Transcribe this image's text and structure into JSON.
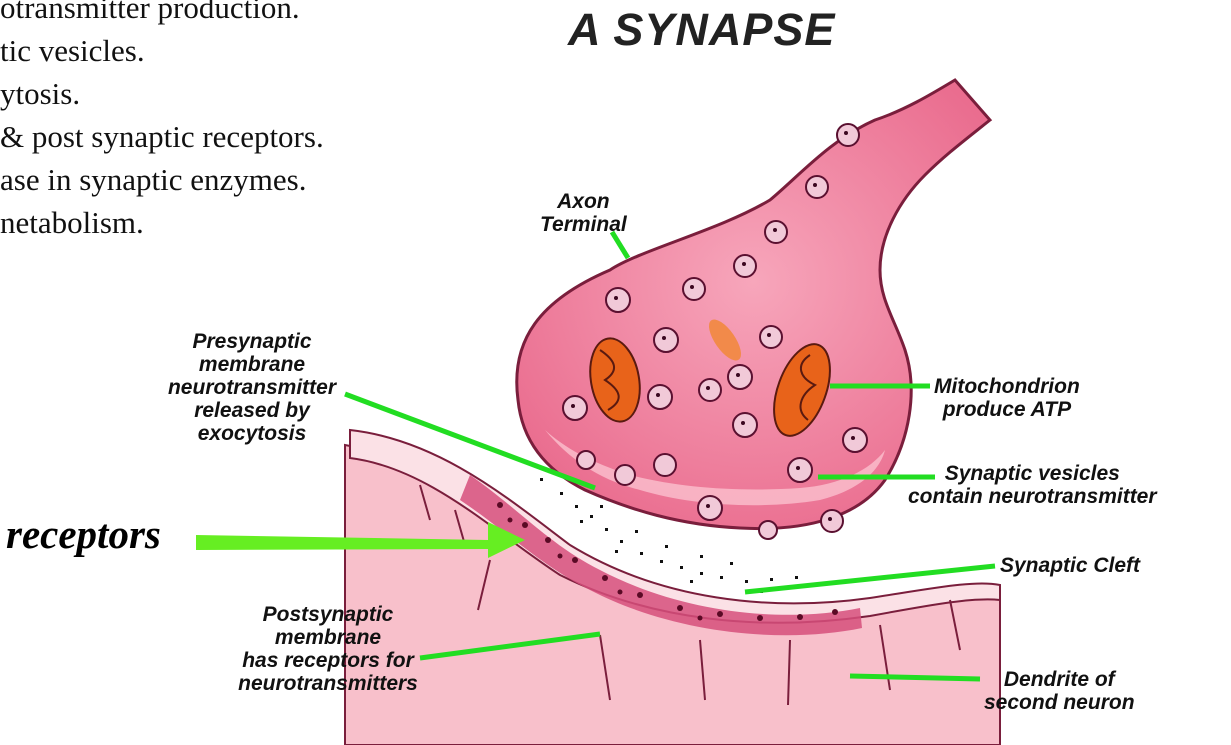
{
  "bullets": [
    "otransmitter production.",
    "tic vesicles.",
    "ytosis.",
    "& post synaptic receptors.",
    "ase in synaptic enzymes.",
    "netabolism."
  ],
  "title": "A SYNAPSE",
  "labels": {
    "axon_terminal": [
      "Axon",
      "Terminal"
    ],
    "presynaptic": [
      "Presynaptic",
      "membrane",
      "neurotransmitter",
      "released by",
      "exocytosis"
    ],
    "mitochondrion": [
      "Mitochondrion",
      "produce ATP"
    ],
    "vesicles": [
      "Synaptic vesicles",
      "contain neurotransmitter"
    ],
    "cleft": [
      "Synaptic Cleft"
    ],
    "postsynaptic": [
      "Postsynaptic",
      "membrane",
      "has receptors for",
      "neurotransmitters"
    ],
    "dendrite": [
      "Dendrite of",
      "second neuron"
    ],
    "receptors": "receptors"
  },
  "colors": {
    "terminal_fill": "#ef7f9c",
    "terminal_inner": "#f7a3b9",
    "terminal_outline": "#7a1e3c",
    "dendrite_fill": "#f7b9c3",
    "dendrite_band": "#d64f7b",
    "mito_fill": "#e8631a",
    "vesicle_fill": "#f1c9d8",
    "leader_line": "#22dd22",
    "arrow": "#66ee22"
  }
}
